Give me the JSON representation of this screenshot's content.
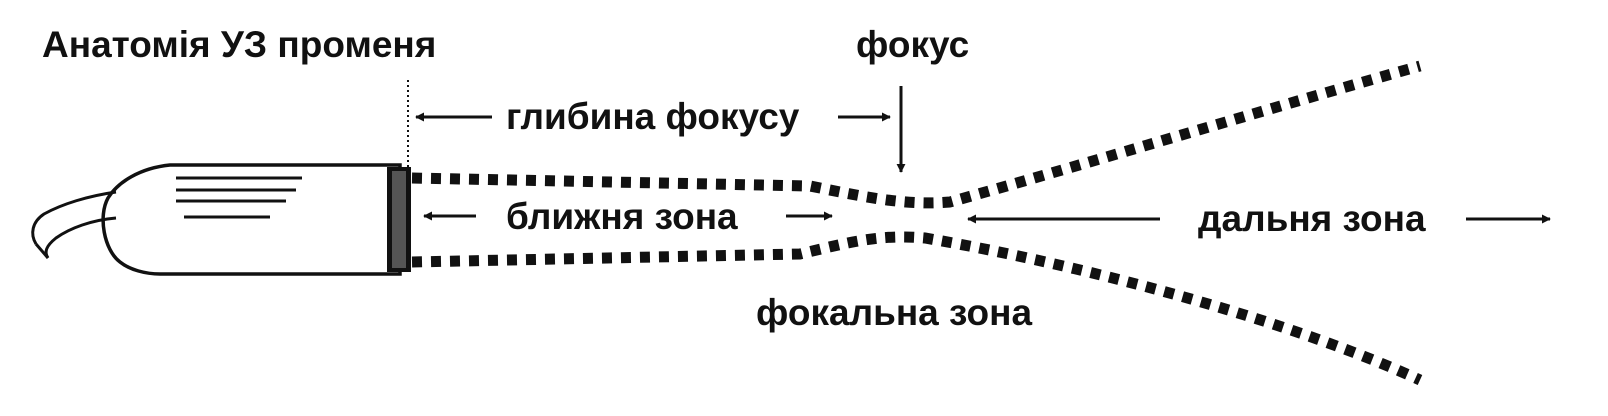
{
  "labels": {
    "title": "Анатомія УЗ променя",
    "focus": "фокус",
    "depth_of_focus": "глибина фокусу",
    "near_zone": "ближня зона",
    "far_zone": "дальня зона",
    "focal_zone": "фокальна зона"
  },
  "colors": {
    "ink": "#111111",
    "background": "#ffffff"
  },
  "icons": {
    "transducer": "ultrasound-transducer-icon"
  }
}
